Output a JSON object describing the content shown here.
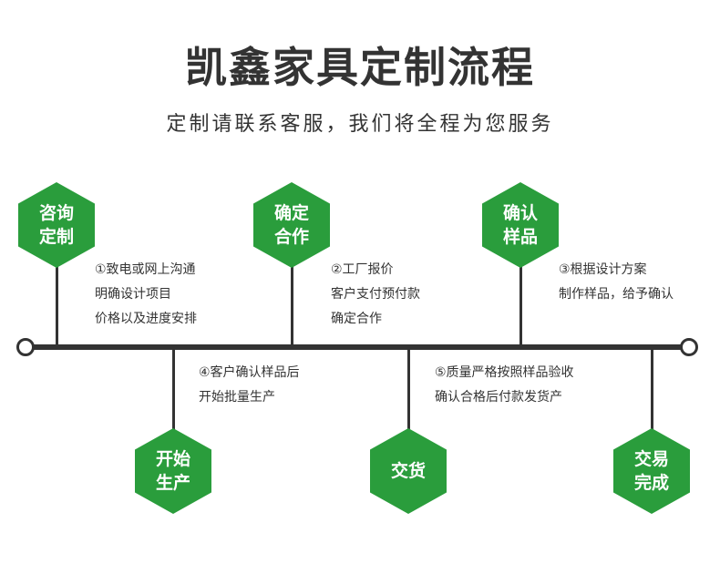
{
  "title": "凯鑫家具定制流程",
  "subtitle": "定制请联系客服，我们将全程为您服务",
  "colors": {
    "hexagon": "#2a9d3c",
    "line": "#333333",
    "text": "#333333"
  },
  "steps": [
    {
      "label_lines": [
        "咨询",
        "定制"
      ],
      "desc_lines": [
        "①致电或网上沟通",
        "明确设计项目",
        "价格以及进度安排"
      ]
    },
    {
      "label_lines": [
        "确定",
        "合作"
      ],
      "desc_lines": [
        "②工厂报价",
        "客户支付预付款",
        "确定合作"
      ]
    },
    {
      "label_lines": [
        "确认",
        "样品"
      ],
      "desc_lines": [
        "③根据设计方案",
        "制作样品，给予确认"
      ]
    },
    {
      "label_lines": [
        "开始",
        "生产"
      ],
      "desc_lines": [
        "④客户确认样品后",
        "开始批量生产"
      ]
    },
    {
      "label_lines": [
        "交货"
      ],
      "desc_lines": [
        "⑤质量严格按照样品验收",
        "确认合格后付款发货产"
      ]
    },
    {
      "label_lines": [
        "交易",
        "完成"
      ],
      "desc_lines": []
    }
  ]
}
